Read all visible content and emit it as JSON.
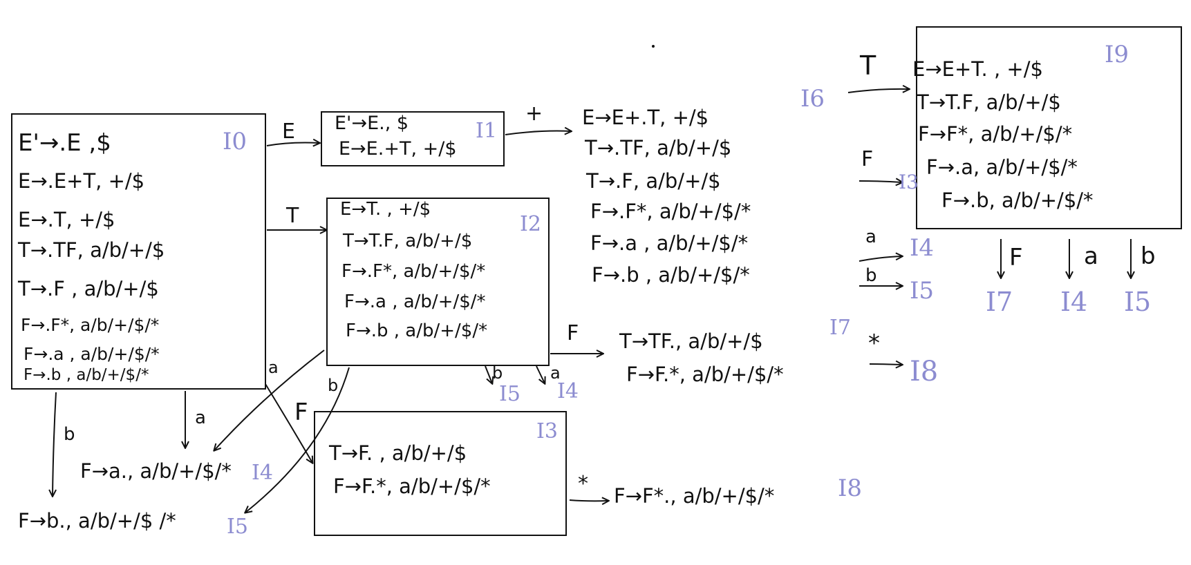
{
  "states": {
    "I0": {
      "label": "I0",
      "items": [
        "E'→.E ,$",
        "E→.E+T, +/$",
        "E→.T, +/$",
        "T→.TF, a/b/+/$",
        "T→.F , a/b/+/$",
        "F→.F*, a/b/+/$/*",
        "F→.a , a/b/+/$/*",
        "F→.b , a/b/+/$/*"
      ]
    },
    "I1": {
      "label": "I1",
      "items": [
        "E'→E., $",
        "E→E.+T, +/$"
      ]
    },
    "I2": {
      "label": "I2",
      "items": [
        "E→T. , +/$",
        "T→T.F, a/b/+/$",
        "F→.F*, a/b/+/$/*",
        "F→.a , a/b/+/$/*",
        "F→.b , a/b/+/$/*"
      ]
    },
    "I3": {
      "label": "I3",
      "items": [
        "T→F. , a/b/+/$",
        "F→F.*, a/b/+/$/*"
      ]
    },
    "I4": {
      "label": "I4",
      "items": [
        "F→a., a/b/+/$/*"
      ]
    },
    "I5": {
      "label": "I5",
      "items": [
        "F→b., a/b/+/$ /*"
      ]
    },
    "I6": {
      "label": "I6",
      "items": [
        "E→E+.T, +/$",
        "T→.TF, a/b/+/$",
        "T→.F, a/b/+/$",
        "F→.F*, a/b/+/$/*",
        "F→.a , a/b/+/$/*",
        "F→.b , a/b/+/$/*"
      ]
    },
    "I7": {
      "label": "I7",
      "items": [
        "T→TF., a/b/+/$",
        "F→F.*, a/b/+/$/*"
      ]
    },
    "I8": {
      "label": "I8",
      "items": [
        "F→F*., a/b/+/$/*"
      ]
    },
    "I9": {
      "label": "I9",
      "items": [
        "E→E+T. , +/$",
        "T→T.F, a/b/+/$",
        "F→F*, a/b/+/$/*",
        "F→.a, a/b/+/$/*",
        "F→.b, a/b/+/$/*"
      ]
    }
  },
  "transitions": [
    {
      "from": "I0",
      "to": "I1",
      "symbol": "E"
    },
    {
      "from": "I0",
      "to": "I2",
      "symbol": "T"
    },
    {
      "from": "I0",
      "to": "I4",
      "symbol": "a"
    },
    {
      "from": "I0",
      "to": "I5",
      "symbol": "b"
    },
    {
      "from": "I0",
      "to": "I3",
      "symbol": "F"
    },
    {
      "from": "I1",
      "to": "I6",
      "symbol": "+"
    },
    {
      "from": "I2",
      "to": "I7",
      "symbol": "F"
    },
    {
      "from": "I2",
      "to": "I4",
      "symbol": "a"
    },
    {
      "from": "I2",
      "to": "I5",
      "symbol": "b"
    },
    {
      "from": "I3",
      "to": "I8",
      "symbol": "*"
    },
    {
      "from": "I6",
      "to": "I9",
      "symbol": "T"
    },
    {
      "from": "I6",
      "to": "I3",
      "symbol": "F"
    },
    {
      "from": "I6",
      "to": "I4",
      "symbol": "a"
    },
    {
      "from": "I6",
      "to": "I5",
      "symbol": "b"
    },
    {
      "from": "I7",
      "to": "I8",
      "symbol": "*"
    },
    {
      "from": "I9",
      "to": "I7",
      "symbol": "F"
    },
    {
      "from": "I9",
      "to": "I4",
      "symbol": "a"
    },
    {
      "from": "I9",
      "to": "I5",
      "symbol": "b"
    }
  ],
  "target_labels": {
    "i2_b": "I5",
    "i2_a": "I4",
    "i6_f": "I3",
    "i6_a": "I4",
    "i6_b": "I5",
    "i7_star": "I8",
    "i9_f": "I7",
    "i9_a": "I4",
    "i9_b": "I5"
  },
  "colors": {
    "ink": "#111111",
    "state_label": "#8c8cd0"
  }
}
